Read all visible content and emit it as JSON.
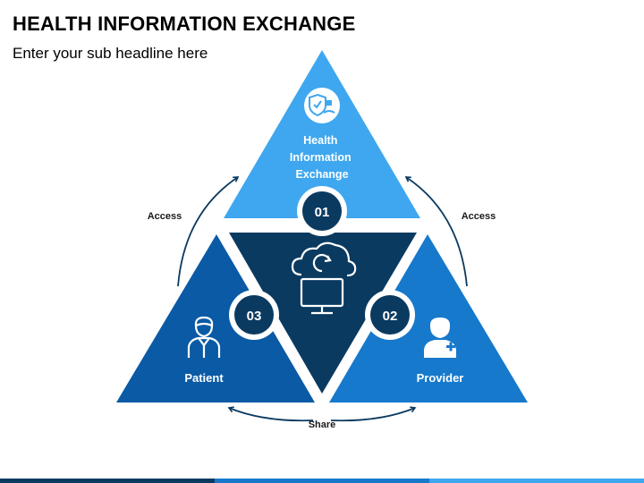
{
  "title": "HEALTH INFORMATION EXCHANGE",
  "subtitle": "Enter your sub headline here",
  "nodes": [
    {
      "number": "01",
      "label_lines": [
        "Health",
        "Information",
        "Exchange"
      ],
      "icon": "shield-hand-icon"
    },
    {
      "number": "02",
      "label_lines": [
        "Provider"
      ],
      "icon": "doctor-icon"
    },
    {
      "number": "03",
      "label_lines": [
        "Patient"
      ],
      "icon": "patient-icon"
    }
  ],
  "center_icon": "cloud-monitor-sync-icon",
  "arrows": {
    "left": "Access",
    "right": "Access",
    "bottom": "Share"
  },
  "colors": {
    "top": "#3ea7ef",
    "left": "#0a5aa5",
    "right": "#1679cc",
    "center": "#0b3a60",
    "badge": "#0b3a60",
    "arrow": "#0b3a60"
  }
}
